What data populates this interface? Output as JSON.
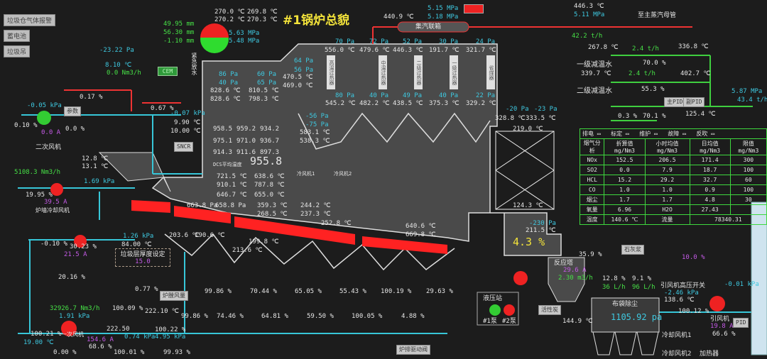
{
  "title": "#1锅炉总貌",
  "nav": [
    "垃圾仓气体报警",
    "蓄电池",
    "垃圾吊"
  ],
  "drum": {
    "temps": [
      "270.0 ℃",
      "269.8 ℃",
      "270.2 ℃",
      "270.3 ℃"
    ],
    "levels": [
      "49.95 mm",
      "56.30 mm",
      "-1.10 mm"
    ],
    "pressures": [
      "5.63 MPa",
      "5.48 MPa"
    ],
    "emergency_drain": "紧急放水"
  },
  "secondary_air": {
    "readings": [
      "-23.22 Pa",
      "8.10 ℃",
      "0.0 Nm3/h",
      "0.17 %",
      "0.67 %",
      "-0.05 kPa",
      "0.10 %",
      "0.0 A",
      "0.0 %",
      "-0.07 kPa",
      "9.90 ℃",
      "10.00 ℃"
    ],
    "fan_label": "二次风机",
    "param_button": "参数",
    "sncr_button": "SNCR",
    "cem_button": "CEM"
  },
  "furnace": {
    "readings": [
      "86 Pa",
      "40 Pa",
      "828.6 ℃",
      "828.6 ℃",
      "60 Pa",
      "65 Pa",
      "810.5 ℃",
      "798.3 ℃",
      "470.5 ℃",
      "469.0 ℃",
      "64 Pa",
      "56 Pa",
      "-56 Pa",
      "-75 Pa",
      "583.1 ℃",
      "538.3 ℃"
    ],
    "grid": [
      "958.5",
      "959.2",
      "934.2",
      "975.1",
      "971.0",
      "936.7",
      "914.3",
      "911.6",
      "897.3"
    ],
    "dcs_label": "DCS平均温度",
    "dcs_avg": "955.8",
    "lower": [
      "721.5 ℃",
      "638.6 ℃",
      "910.1 ℃",
      "787.8 ℃",
      "646.7 ℃",
      "655.0 ℃",
      "663.8 Pa",
      "658.8 Pa",
      "359.3 ℃",
      "268.5 ℃",
      "244.2 ℃",
      "237.3 ℃",
      "252.8 ℃",
      "640.6 ℃",
      "669.8 ℃"
    ],
    "cold_fans": [
      "冷风机1",
      "冷风机2"
    ]
  },
  "superheaters": {
    "top": [
      "70 Pa",
      "556.0 ℃",
      "72 Pa",
      "479.6 ℃",
      "52 Pa",
      "446.3 ℃",
      "30 Pa",
      "191.7 ℃",
      "24 Pa",
      "321.7 ℃"
    ],
    "bottom": [
      "80 Pa",
      "545.2 ℃",
      "40 Pa",
      "482.2 ℃",
      "49 Pa",
      "438.5 ℃",
      "40 Pa",
      "375.3 ℃",
      "22 Pa",
      "329.2 ℃"
    ],
    "panels": [
      "高温过热器",
      "中温过热器",
      "二级过热器",
      "一级过热器",
      "省煤器"
    ]
  },
  "steam": {
    "header_temp": "440.9 ℃",
    "header_label": "集汽联箱",
    "p1": "5.15 MPa",
    "p2": "5.18 MPa",
    "main_temp": "446.3 ℃",
    "main_pressure": "5.11 MPa",
    "to_main": "至主蒸汽母管",
    "flow": "42.2 t/h"
  },
  "desuperheat": {
    "readings": [
      "267.8 ℃",
      "2.4 t/h",
      "336.8 ℃",
      "70.0 %",
      "339.7 ℃",
      "2.4 t/h",
      "402.7 ℃",
      "55.3 %",
      "0.3 %",
      "70.1 %",
      "125.4 ℃",
      "5.87 MPa",
      "43.4 t/h"
    ],
    "stage1": "一级减温水",
    "stage2": "二级减温水",
    "main_pid": "主PID",
    "sub_pid": "副PID"
  },
  "economizer": {
    "readings": [
      "-20 Pa",
      "-23 Pa",
      "328.8 ℃",
      "333.5 ℃",
      "219.0 ℃",
      "124.3 ℃",
      "-230 Pa",
      "211.5 ℃"
    ],
    "o2": "4.3 %"
  },
  "analysis": {
    "status": [
      "排电",
      "标定",
      "维护",
      "故障",
      "反吹"
    ],
    "headers": [
      "烟气分析",
      "折算值 mg/Nm3",
      "小时均值 mg/Nm3",
      "日均值 mg/Nm3",
      "限值 mg/Nm3"
    ],
    "rows": [
      [
        "NOx",
        "152.5",
        "206.5",
        "171.4",
        "300"
      ],
      [
        "SO2",
        "0.0",
        "7.9",
        "18.7",
        "100"
      ],
      [
        "HCL",
        "15.2",
        "29.2",
        "32.7",
        "60"
      ],
      [
        "CO",
        "1.0",
        "1.0",
        "0.9",
        "100"
      ],
      [
        "烟尘",
        "1.7",
        "1.7",
        "4.8",
        "30"
      ]
    ],
    "oxygen_label": "氧量",
    "oxygen": "6.96",
    "h2o_label": "H2O",
    "h2o": "27.43",
    "temp_label": "温度",
    "temp": "140.6 ℃",
    "flow_label": "流量",
    "flow": "78340.31"
  },
  "flue": {
    "readings": [
      "35.9 %",
      "29.6 A",
      "2.30 m3/h",
      "12.8 %",
      "36 L/h",
      "9.1 %",
      "96 L/h",
      "10.0 %",
      "-2.46 kPa",
      "138.6 ℃",
      "100.12 %",
      "19.8 A",
      "66.6 %",
      "-0.01 kPa",
      "144.9 ℃"
    ],
    "lime": "石灰浆",
    "reactor": "反应塔",
    "carbon": "活性炭",
    "baghouse": "布袋除尘",
    "baghouse_dp": "1105.92 pa",
    "id_switch": "引风机高压开关",
    "id_fan": "引风机",
    "hydraulic": "液压站",
    "pump1": "#1泵",
    "pump2": "#2泵",
    "cool1": "冷却风机1",
    "cool2": "冷却风机2",
    "heater": "加热器",
    "pid": "PID"
  },
  "primary_air": {
    "readings": [
      "5108.3 Nm3/h",
      "1.69 kPa",
      "19.95 %",
      "39.5 A",
      "12.8 ℃",
      "13.1 ℃",
      "1.26 kPa",
      "84.00 ℃",
      "-0.10 %",
      "30.23 %",
      "21.5 A",
      "20.16 %",
      "0.77 %",
      "32926.7 Nm3/h",
      "1.91 kPa",
      "100.09 %",
      "222.10 ℃",
      "222.50",
      "0.74 kPa",
      "100.22 %",
      "4.95 kPa",
      "100.21 %",
      "19.00 ℃",
      "154.6 A",
      "68.6 %",
      "0.00 %",
      "100.01 %",
      "99.93 %"
    ],
    "wall_fan": "炉墙冷却风机",
    "primary_fan": "一次风机",
    "layer_label": "垃圾层厚度设定",
    "layer_value": "15.0",
    "air_volume": "炉膛风量"
  },
  "grate": {
    "temps": [
      "203.6 ℃",
      "190.6 ℃",
      "199.8 ℃",
      "213.6 ℃"
    ],
    "upper": [
      "99.86 %",
      "70.44 %",
      "65.05 %",
      "55.43 %",
      "100.19 %",
      "29.63 %"
    ],
    "lower": [
      "99.86 %",
      "74.46 %",
      "64.81 %",
      "59.50 %",
      "100.05 %",
      "4.88 %"
    ],
    "drive": "炉排驱动阀"
  }
}
